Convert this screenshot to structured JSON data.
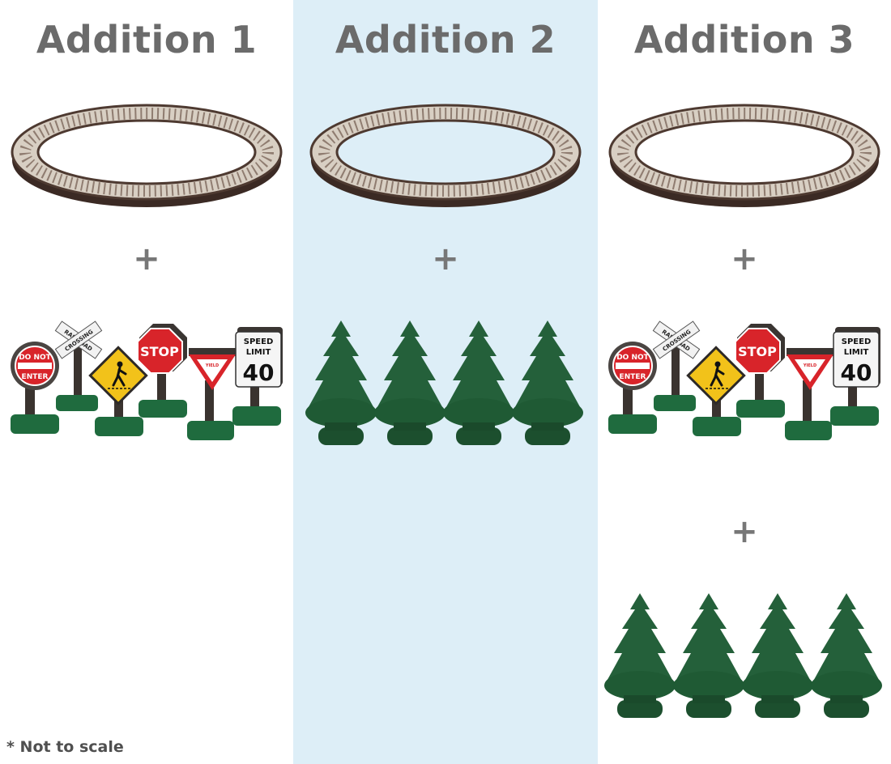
{
  "columns": [
    {
      "title": "Addition 1",
      "plus": [
        "+"
      ]
    },
    {
      "title": "Addition 2",
      "plus": [
        "+"
      ]
    },
    {
      "title": "Addition 3",
      "plus": [
        "+",
        "+"
      ]
    }
  ],
  "signs": {
    "do_not": "DO NOT",
    "enter": "ENTER",
    "crossbuck_1": "RAILROAD",
    "crossbuck_2": "CROSSING",
    "stop": "STOP",
    "yield": "YIELD",
    "speed": "SPEED",
    "limit": "LIMIT",
    "speed_value": "40"
  },
  "footnote": "* Not to scale",
  "colors": {
    "title": "#6b6b6b",
    "highlight_bg": "#ddeef7",
    "tree_green": "#1f5a34",
    "track_brown": "#5a4034",
    "sign_red": "#d8242a",
    "sign_yellow": "#f2c21a"
  }
}
